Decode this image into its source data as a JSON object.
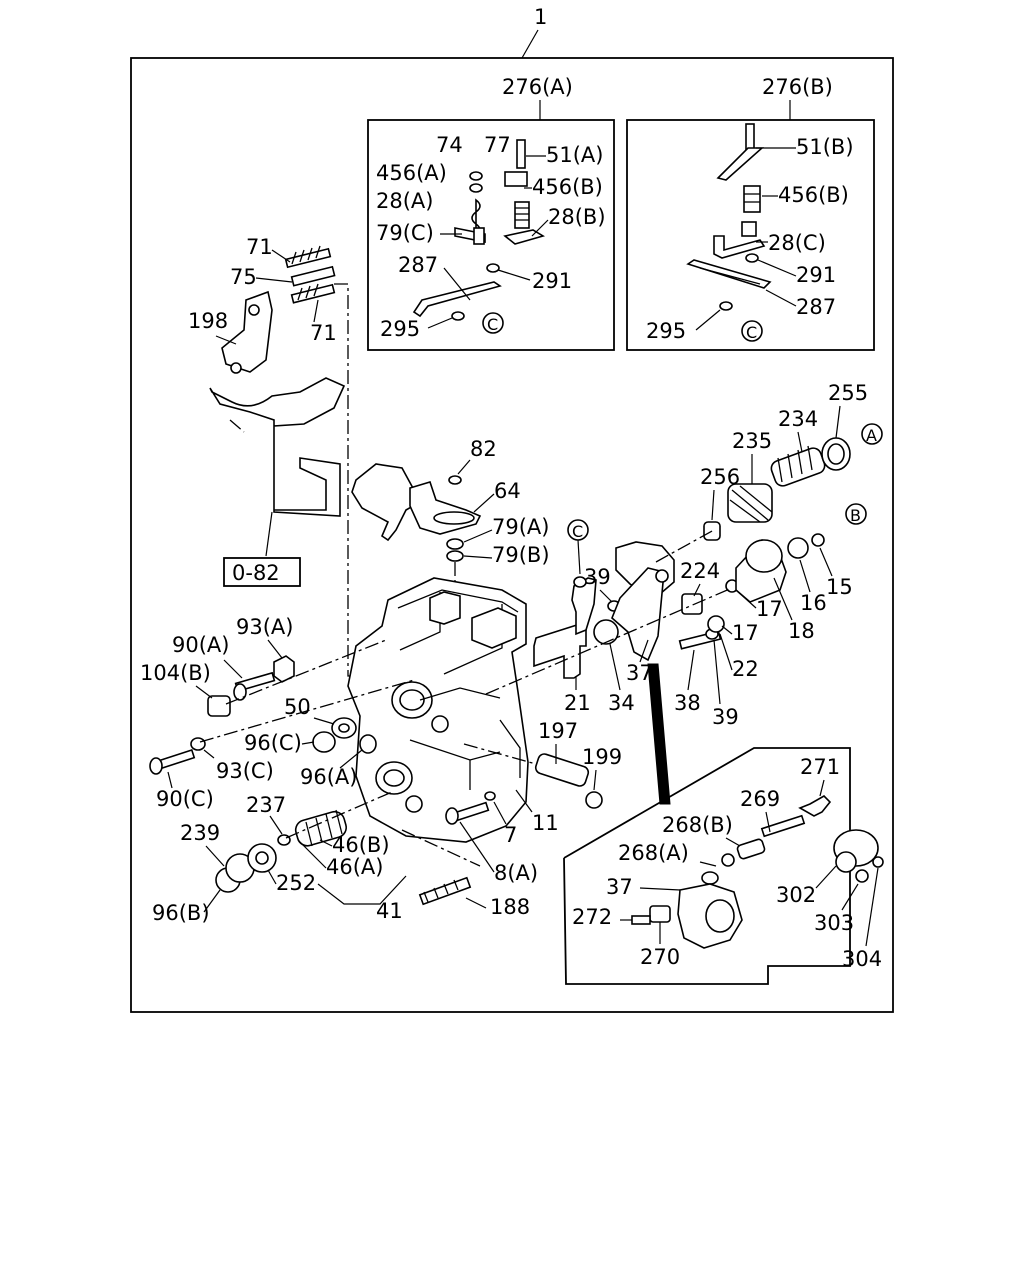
{
  "diagram": {
    "assembly_number": "1",
    "insets": [
      {
        "title": "276(A)",
        "labels": [
          "74",
          "77",
          "51(A)",
          "456(A)",
          "456(B)",
          "28(A)",
          "28(B)",
          "79(C)",
          "287",
          "291",
          "295"
        ],
        "ref_marker": "C"
      },
      {
        "title": "276(B)",
        "labels": [
          "51(B)",
          "456(B)",
          "28(C)",
          "291",
          "287",
          "295"
        ],
        "ref_marker": "C"
      }
    ],
    "detail_inset": {
      "labels": [
        "271",
        "269",
        "268(B)",
        "268(A)",
        "37",
        "272",
        "270",
        "302",
        "303",
        "304"
      ]
    },
    "main_labels": {
      "l71a": "71",
      "l75": "75",
      "l71b": "71",
      "l198": "198",
      "l082": "0-82",
      "l82": "82",
      "l64": "64",
      "l79a": "79(A)",
      "l79b": "79(B)",
      "l255": "255",
      "l234": "234",
      "l235": "235",
      "l256": "256",
      "l224": "224",
      "l17a": "17",
      "l17b": "17",
      "l16": "16",
      "l15": "15",
      "l18": "18",
      "l22": "22",
      "l39a": "39",
      "l37": "37",
      "l38": "38",
      "l39b": "39",
      "l34": "34",
      "l21": "21",
      "l93a": "93(A)",
      "l90a": "90(A)",
      "l104b": "104(B)",
      "l50": "50",
      "l96c": "96(C)",
      "l96a": "96(A)",
      "l93c": "93(C)",
      "l90c": "90(C)",
      "l197": "197",
      "l199": "199",
      "l7": "7",
      "l11": "11",
      "l8a": "8(A)",
      "l237": "237",
      "l239": "239",
      "l46b": "46(B)",
      "l46a": "46(A)",
      "l252": "252",
      "l96b": "96(B)",
      "l41": "41",
      "l188": "188"
    },
    "ref_markers": {
      "a": "A",
      "b": "B",
      "c": "C"
    }
  }
}
